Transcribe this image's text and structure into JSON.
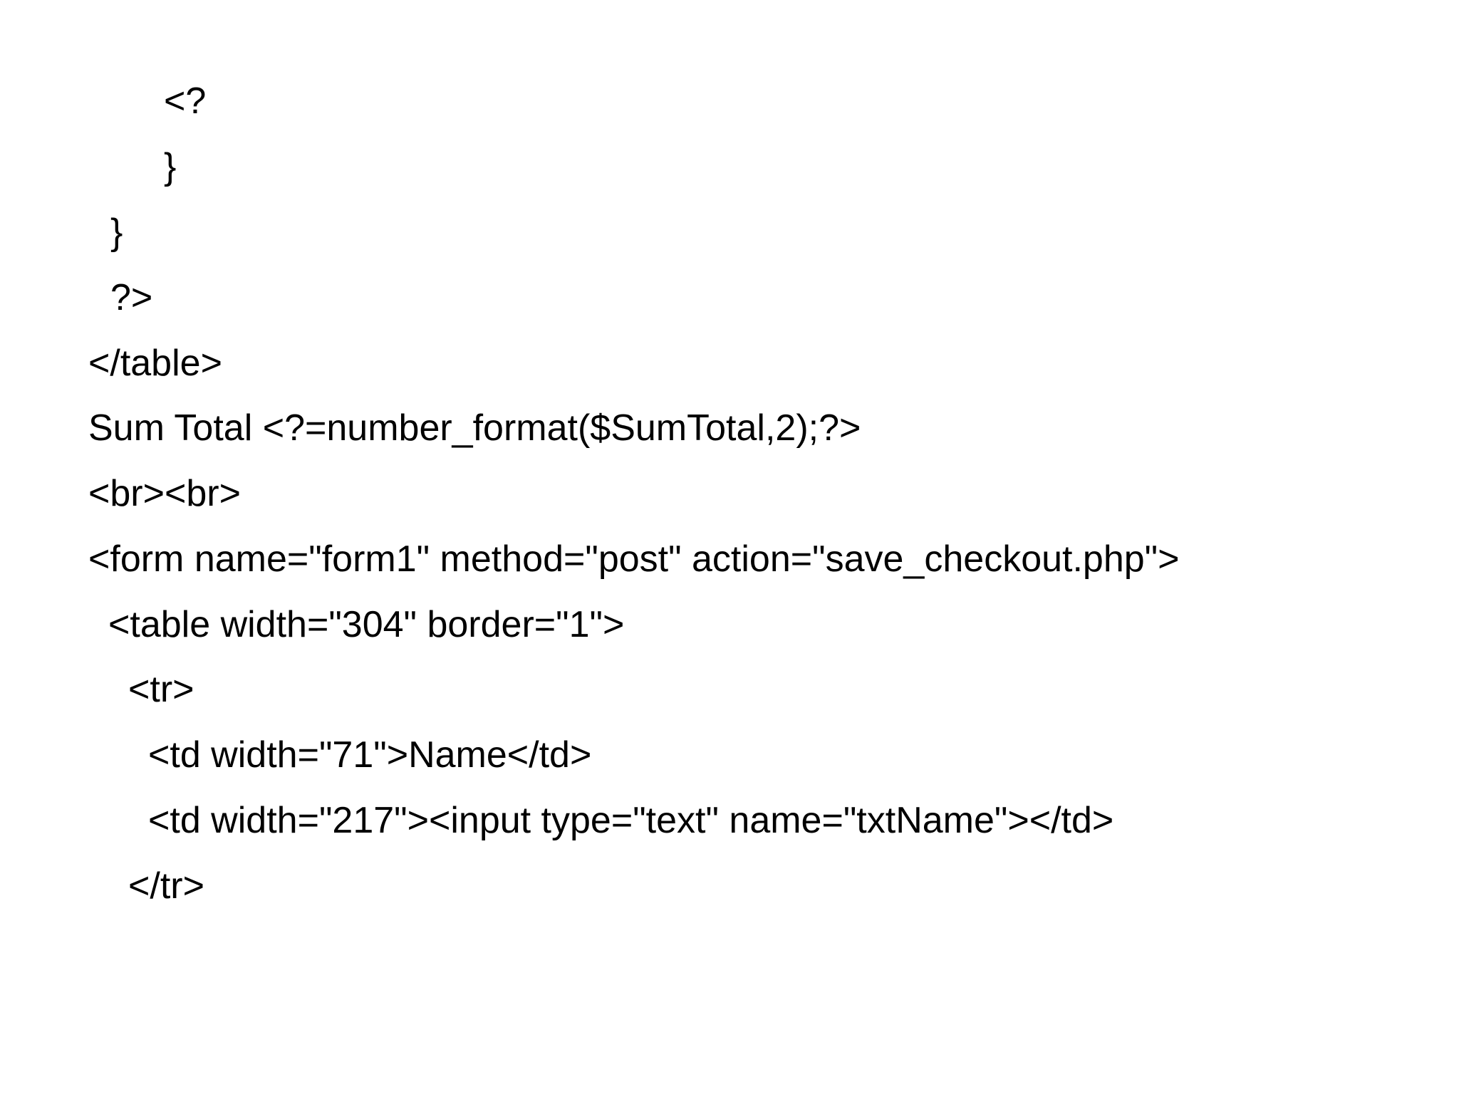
{
  "code_lines": [
    "<?",
    "}",
    "}",
    "?>",
    "</table>",
    "Sum Total <?=number_format($SumTotal,2);?>",
    "<br><br>",
    "<form name=\"form1\" method=\"post\" action=\"save_checkout.php\">",
    "<table width=\"304\" border=\"1\">",
    "<tr>",
    "<td width=\"71\">Name</td>",
    "<td width=\"217\"><input type=\"text\" name=\"txtName\"></td>",
    "</tr>"
  ]
}
